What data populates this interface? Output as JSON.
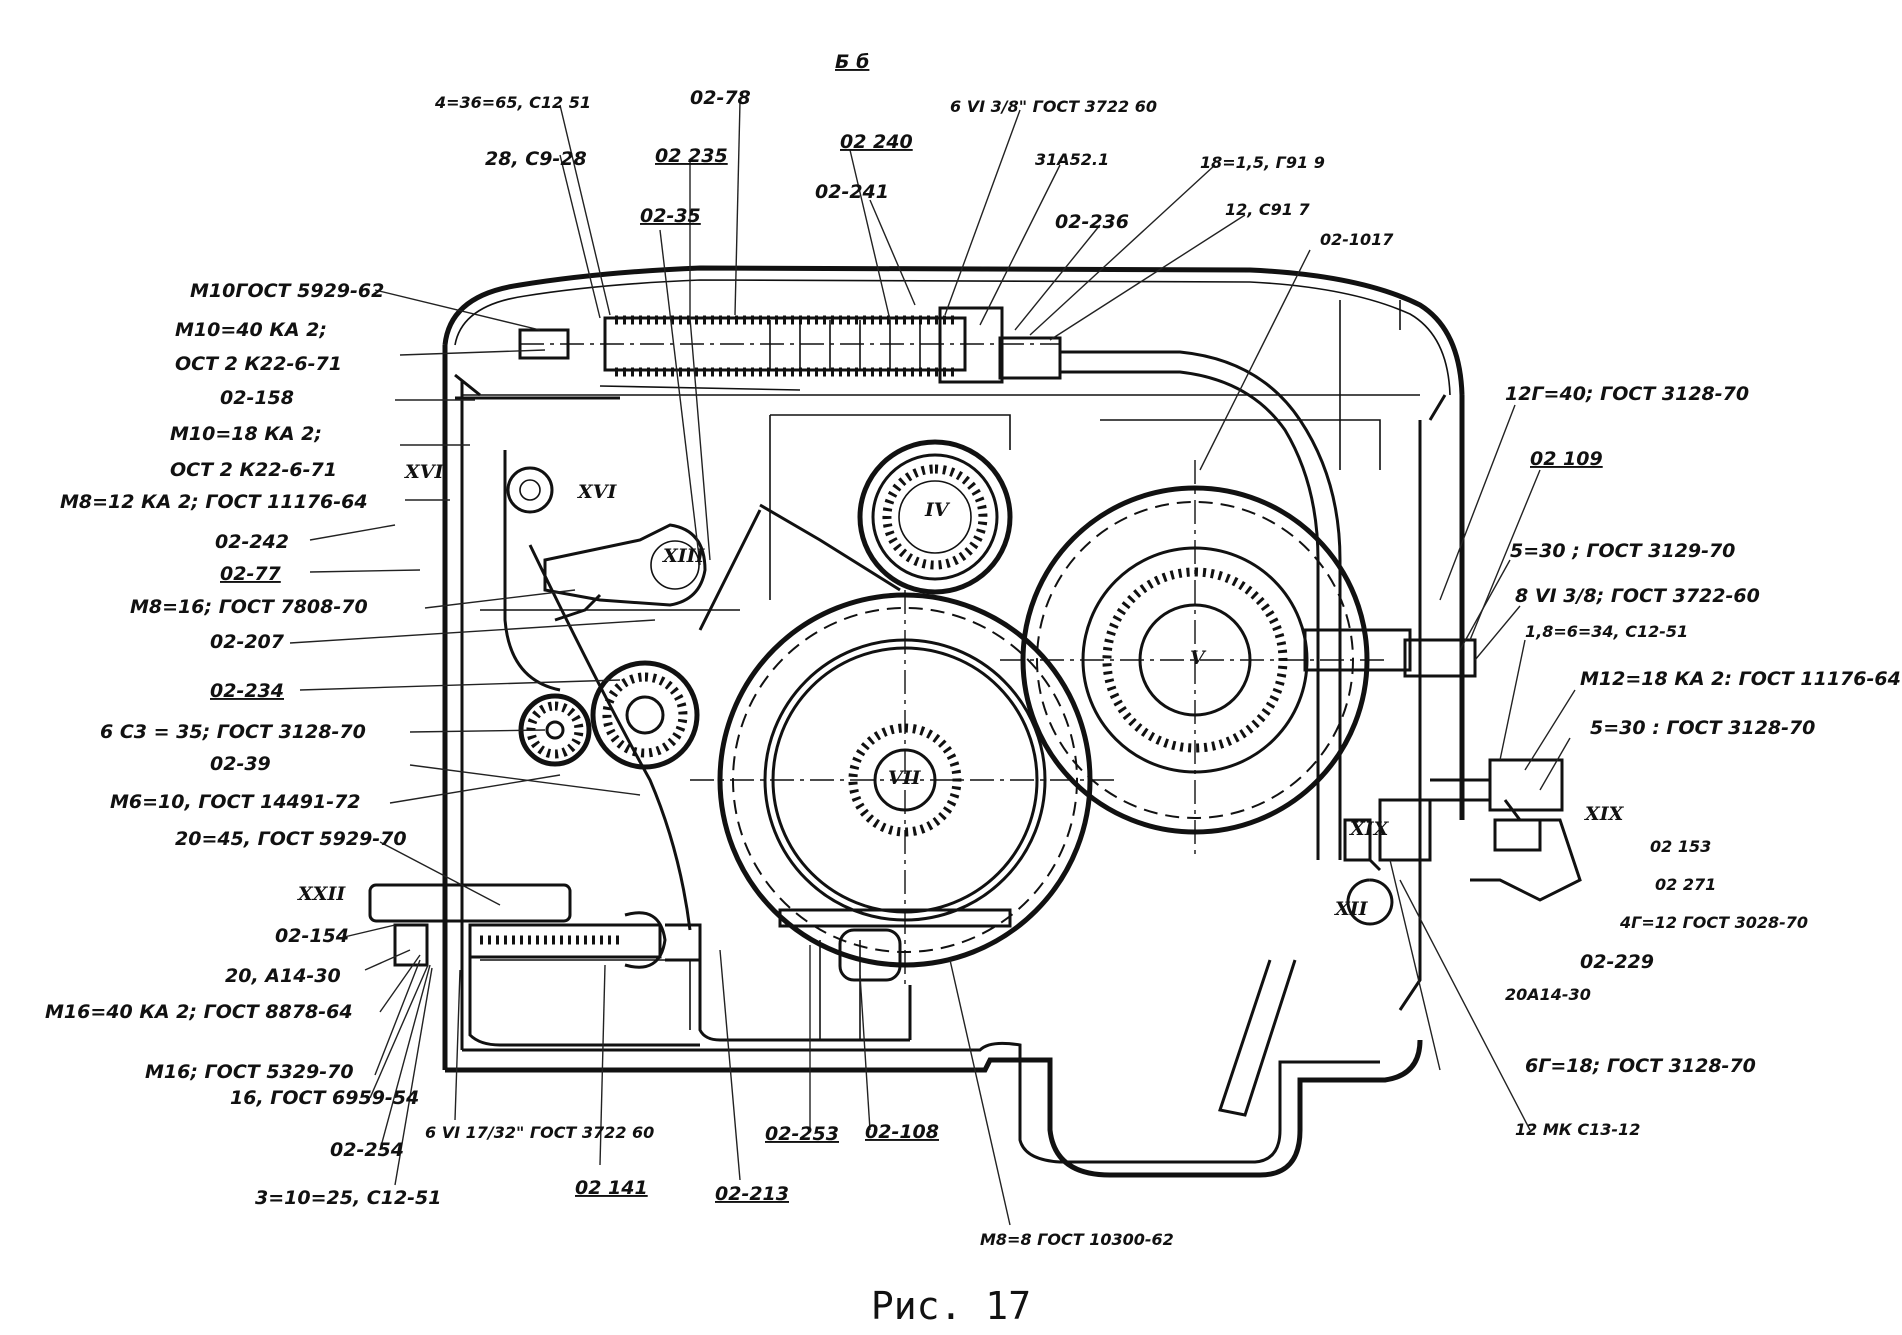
{
  "caption": "Рис. 17",
  "section_mark": "Б б",
  "shaft_numerals": [
    "XVI",
    "XVI",
    "XIII",
    "IV",
    "V",
    "VII",
    "XXII",
    "XIX",
    "XIX",
    "XII"
  ],
  "labels": {
    "top": [
      "4=36=65, С12 51",
      "02-78",
      "6 VI 3/8\" ГОСТ 3722 60",
      "28, С9-28",
      "02 235",
      "02 240",
      "31А52.1",
      "18=1,5, Г91 9",
      "02-35",
      "02-241",
      "02-236",
      "12, С91 7",
      "02-1017"
    ],
    "left": [
      "М10ГОСТ 5929-62",
      "М10=40 КА 2;",
      "ОСТ 2 К22-6-71",
      "02-158",
      "М10=18 КА 2;",
      "ОСТ 2 К22-6-71",
      "М8=12 КА 2; ГОСТ 11176-64",
      "02-242",
      "02-77",
      "М8=16; ГОСТ 7808-70",
      "02-207",
      "02-234",
      "6 С3 = 35; ГОСТ 3128-70",
      "02-39",
      "М6=10, ГОСТ 14491-72",
      "20=45, ГОСТ 5929-70",
      "02-154",
      "20, А14-30",
      "М16=40 КА 2; ГОСТ 8878-64",
      "М16; ГОСТ 5329-70",
      "16, ГОСТ 6959-54",
      "02-254",
      "3=10=25, С12-51"
    ],
    "bottom": [
      "6 VI 17/32\" ГОСТ 3722 60",
      "02 141",
      "02-213",
      "02-253",
      "02-108",
      "М8=8 ГОСТ 10300-62"
    ],
    "right": [
      "12Г=40; ГОСТ 3128-70",
      "02 109",
      "5=30 ; ГОСТ 3129-70",
      "8 VI 3/8; ГОСТ 3722-60",
      "1,8=6=34, С12-51",
      "М12=18 КА 2: ГОСТ 11176-64",
      "5=30 : ГОСТ 3128-70",
      "02 153",
      "02 271",
      "4Г=12 ГОСТ 3028-70",
      "02-229",
      "20А14-30",
      "6Г=18; ГОСТ 3128-70",
      "12 МК С13-12"
    ]
  }
}
